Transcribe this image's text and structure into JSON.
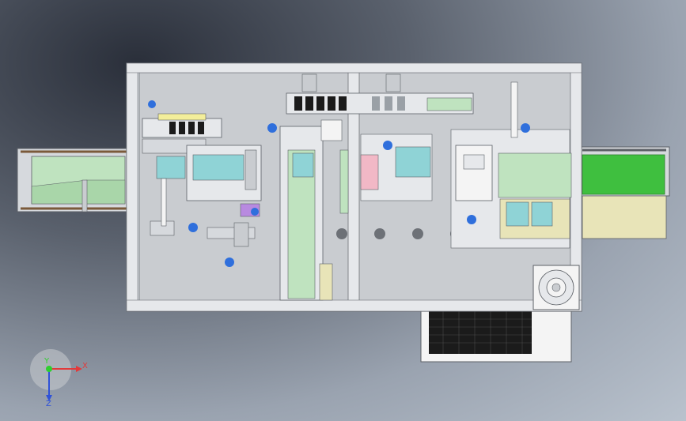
{
  "viewport": {
    "name": "cad-assembly-top-view",
    "background": "#8f98a5"
  },
  "colors": {
    "frame": "#d9dde2",
    "frame_edge": "#6d7177",
    "plate": "#c9ccd0",
    "green": "#bfe3bf",
    "green_dark": "#3fbf3f",
    "cyan": "#8fd3d6",
    "yellow": "#f3ee9a",
    "khaki": "#e8e4b8",
    "blue_dot": "#2f6fdc",
    "black_slots": "#1b1b1b",
    "pink": "#f2b8c6",
    "purple": "#b88ae0",
    "white": "#f4f4f4"
  },
  "triad": {
    "x_label": "X",
    "y_label": "Y",
    "z_label": "Z",
    "x_color": "#e23a3a",
    "y_color": "#2fcf2f",
    "z_color": "#2f52d8"
  }
}
